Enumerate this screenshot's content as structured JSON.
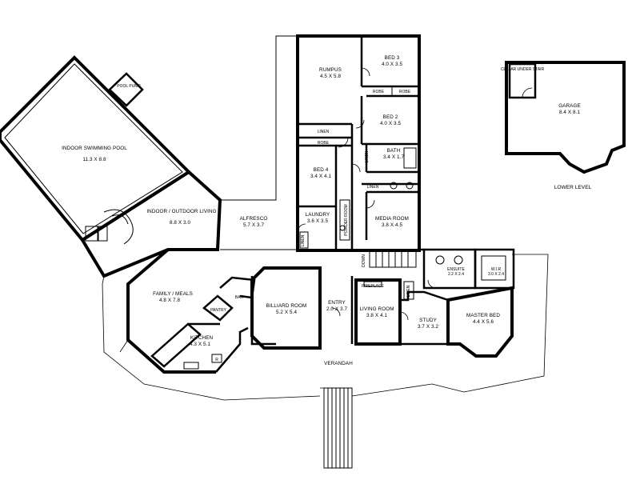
{
  "rooms": {
    "pool_pump": "POOL PUMP",
    "pool": {
      "name": "INDOOR SWIMMING POOL",
      "size": "11.3 X 8.8"
    },
    "indoor_outdoor": {
      "name": "INDOOR / OUTDOOR LIVING",
      "size": "8.8 X 3.0"
    },
    "alfresco": {
      "name": "ALFRESCO",
      "size": "5.7 X 3.7"
    },
    "rumpus": {
      "name": "RUMPUS",
      "size": "4.5 X 5.8"
    },
    "bed3": {
      "name": "BED 3",
      "size": "4.0 X 3.5"
    },
    "bed2": {
      "name": "BED 2",
      "size": "4.0 X 3.5"
    },
    "robe_a": "ROBE",
    "robe_b": "ROBE",
    "robe_c": "ROBE",
    "linen_a": "LINEN",
    "linen_b": "LINEN",
    "linen_c": "LINEN",
    "linen_d": "LINEN",
    "linen_e": "LINEN",
    "bath": {
      "name": "BATH",
      "size": "3.4 X 1.7"
    },
    "bed4": {
      "name": "BED 4",
      "size": "3.4 X 4.1"
    },
    "laundry": {
      "name": "LAUNDRY",
      "size": "3.6 X 3.5"
    },
    "powder": "POWDER ROOM",
    "media": {
      "name": "MEDIA ROOM",
      "size": "3.8 X 4.5"
    },
    "down": "DOWN",
    "ensuite": {
      "name": "ENSUITE",
      "size": "2.2 X 2.4"
    },
    "wir": {
      "name": "W.I.R",
      "size": "3.0 X 2.4"
    },
    "family": {
      "name": "FAMILY / MEALS",
      "size": "4.8 X 7.8"
    },
    "bar": "BAR",
    "pantry": "PANTRY",
    "billiard": {
      "name": "BILLIARD ROOM",
      "size": "5.2 X 5.4"
    },
    "entry": {
      "name": "ENTRY",
      "size": "2.0 X 3.7"
    },
    "fireplace": "FIREPLACE",
    "living": {
      "name": "LIVING ROOM",
      "size": "3.8 X 4.1"
    },
    "study": {
      "name": "STUDY",
      "size": "3.7 X 3.2"
    },
    "master": {
      "name": "MASTER BED",
      "size": "4.4 X 5.6"
    },
    "kitchen": {
      "name": "KITCHEN",
      "size": "4.3 X 5.1"
    },
    "fridge": "R",
    "verandah": "VERANDAH",
    "cellar": "CELLAR UNDER STAIR",
    "garage": {
      "name": "GARAGE",
      "size": "8.4 X 8.1"
    },
    "lower_level": "LOWER LEVEL"
  }
}
